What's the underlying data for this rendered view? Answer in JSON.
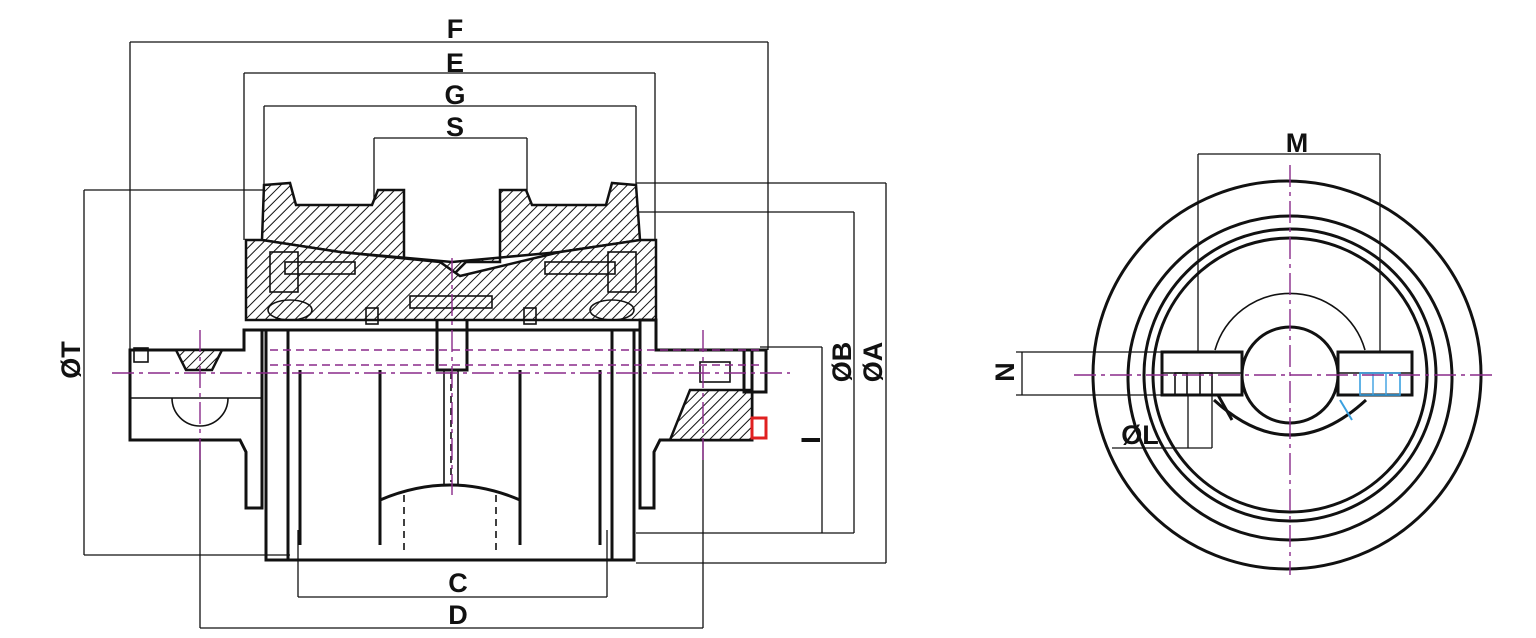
{
  "labels": {
    "F": "F",
    "E": "E",
    "G": "G",
    "S": "S",
    "T": "ØT",
    "B": "ØB",
    "A": "ØA",
    "I": "I",
    "C": "C",
    "D": "D",
    "M": "M",
    "N": "N",
    "L": "ØL"
  },
  "colors": {
    "outline": "#111111",
    "centerline": "#8a2a8a",
    "marker": "#e02020",
    "highlight": "#3aa0e0"
  }
}
